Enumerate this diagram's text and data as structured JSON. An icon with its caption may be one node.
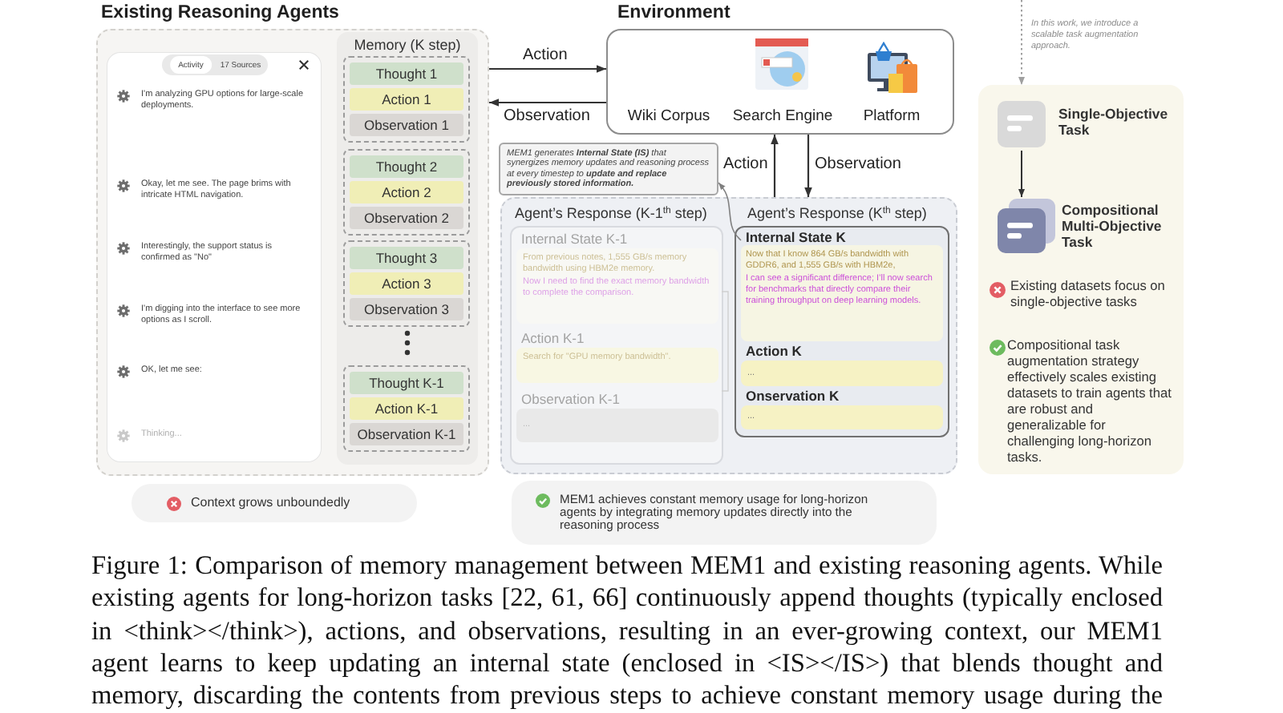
{
  "diagram": {
    "nodes": [
      {
        "text": [
          "Existing Reasoning Agents"
        ]
      },
      {
        "text": [
          "Activity",
          "17 Sources",
          "I'm analyzing GPU options for large-scale deployments.",
          "Okay, let me see. The page brims with intricate HTML navigation.",
          "Interestingly, the support status is confirmed as \"No\"",
          "I'm digging into the interface to see more options as I scroll.",
          "OK, let me see:",
          "Thinking..."
        ],
        "in": 0
      },
      {
        "text": [
          "Memory (K step)"
        ],
        "in": 0
      },
      {
        "text": [],
        "shape": "box",
        "in": 2
      },
      {
        "text": [
          "Thought 1"
        ],
        "in": 3
      },
      {
        "text": [
          "Action 1"
        ],
        "in": 3
      },
      {
        "text": [
          "Observation 1"
        ],
        "in": 3
      },
      {
        "text": [],
        "shape": "box",
        "in": 2
      },
      {
        "text": [
          "Thought 2"
        ],
        "in": 7
      },
      {
        "text": [
          "Action 2"
        ],
        "in": 7
      },
      {
        "text": [
          "Observation 2"
        ],
        "in": 7
      },
      {
        "text": [],
        "shape": "box",
        "in": 2
      },
      {
        "text": [
          "Thought 3"
        ],
        "in": 11
      },
      {
        "text": [
          "Action 3"
        ],
        "in": 11
      },
      {
        "text": [
          "Observation 3"
        ],
        "in": 11
      },
      {
        "text": [],
        "shape": "box",
        "in": 2
      },
      {
        "text": [
          "Thought K-1"
        ],
        "in": 15
      },
      {
        "text": [
          "Action K-1"
        ],
        "in": 15
      },
      {
        "text": [
          "Observation K-1"
        ],
        "in": 15
      },
      {
        "text": [
          "Environment",
          "Wiki Corpus",
          "Search Engine",
          "Platform"
        ]
      },
      {
        "text": [
          "MEM1 generates **Internal State (IS)** that synergizes memory updates and reasoning process at every timestep to **update and replace previously stored information.**"
        ]
      },
      {
        "text": [],
        "shape": "box"
      },
      {
        "text": [
          "Agent’s Response (K-1$^{th}$ step)"
        ],
        "in": 21
      },
      {
        "text": [
          "Internal State K-1",
          "From previous notes, 1,555 GB/s memory bandwidth using HBM2e memory.",
          "Now I need to find the exact memory bandwidth to complete the comparison."
        ],
        "in": 22
      },
      {
        "text": [
          "Action K-1",
          "Search for \"GPU memory bandwidth\"."
        ],
        "in": 22
      },
      {
        "text": [
          "Observation K-1",
          "..."
        ],
        "in": 22
      },
      {
        "text": [
          "Agent’s Response (K$^{th}$ step)"
        ],
        "in": 21
      },
      {
        "text": [
          "Internal State K",
          "Now that I know 864 GB/s bandwidth with GDDR6, and 1,555 GB/s with HBM2e,",
          "I can see a significant difference; I’ll now search for benchmarks that directly compare their training throughput on deep learning models."
        ],
        "in": 26
      },
      {
        "text": [
          "Action K",
          "..."
        ],
        "in": 26
      },
      {
        "text": [
          "Onservation K",
          "..."
        ],
        "in": 26
      },
      {
        "text": [],
        "shape": "box"
      },
      {
        "text": [
          "Single-Objective Task"
        ],
        "in": 30
      },
      {
        "text": [
          "Compositional Multi-Objective Task"
        ],
        "in": 30
      },
      {
        "text": [
          "Context grows unboundedly"
        ]
      },
      {
        "text": [
          "MEM1 achieves constant memory usage for long-horizon agents by integrating memory updates directly into the reasoning process"
        ]
      }
    ],
    "edges": [
      {
        "from": 0,
        "to": 19,
        "arrow": "to",
        "label": "Action"
      },
      {
        "from": 19,
        "to": 0,
        "arrow": "to",
        "label": "Observation"
      },
      {
        "from": 21,
        "to": 19,
        "arrow": "to",
        "label": "Action"
      },
      {
        "from": 19,
        "to": 21,
        "arrow": "to",
        "label": "Observation"
      },
      {
        "from": 27,
        "to": 20,
        "arrow": "to",
        "color": "#808080"
      },
      {
        "from": null,
        "to": 30,
        "arrow": "to",
        "style": "dashed",
        "color": "#a0a0a0",
        "label": "In this work, we introduce a scalable task augmentation approach."
      },
      {
        "from": 31,
        "to": 32,
        "arrow": "to"
      }
    ],
    "labels": [
      "Existing datasets focus on single-objective tasks",
      "Compositional task augmentation strategy effectively scales existing datasets to train agents that are robust and generalizable for challenging long-horizon tasks."
    ],
    "caption": "Figure 1: Comparison of memory management between MEM1 and existing reasoning agents. While existing agents for long-horizon tasks [22, 61, 66] continuously append thoughts (typically enclosed in <think></think>), actions, and observations, resulting in an ever-growing context, our MEM1 agent learns to keep updating an internal state (enclosed in <IS></IS>) that blends thought and memory, discarding the contents from previous steps to achieve constant memory usage during the"
  }
}
